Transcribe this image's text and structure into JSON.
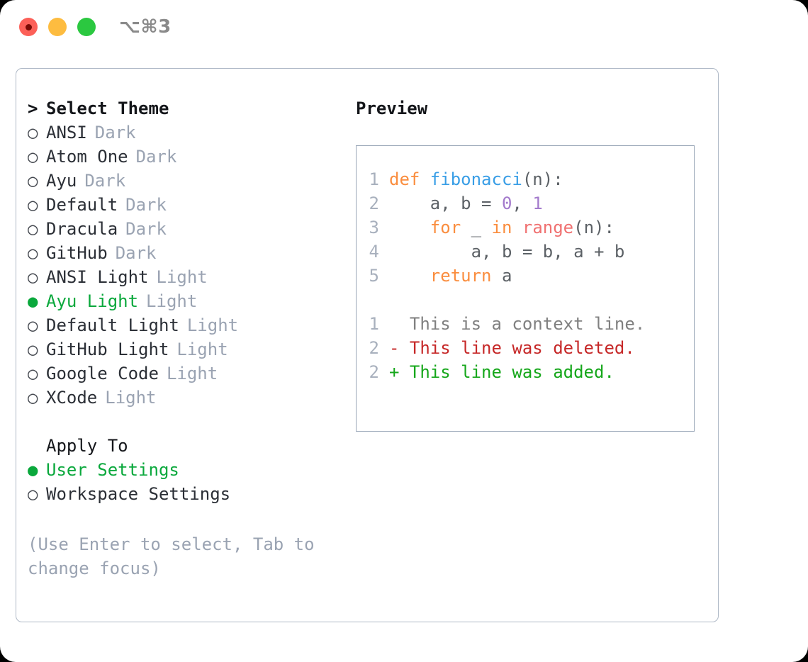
{
  "window": {
    "traffic_lights": [
      "close",
      "minimize",
      "maximize"
    ],
    "shortcut_label": "⌥⌘3"
  },
  "colors": {
    "accent_green": "#0aa83c",
    "muted": "#9aa3b2",
    "border": "#aeb8c6",
    "preview_border": "#9aa7b8",
    "keyword": "#fa8d3e",
    "function": "#399ee6",
    "number": "#a37acc",
    "call": "#f07171",
    "diff_add": "#16a71b",
    "diff_del": "#c62828",
    "diff_ctx": "#808080",
    "lineno": "#a8b0bd"
  },
  "theme_list": {
    "header_marker": ">",
    "header_label": "Select Theme",
    "marker_unselected": "○",
    "marker_selected": "●",
    "items": [
      {
        "label": "ANSI",
        "tag": "Dark",
        "selected": false
      },
      {
        "label": "Atom One",
        "tag": "Dark",
        "selected": false
      },
      {
        "label": "Ayu",
        "tag": "Dark",
        "selected": false
      },
      {
        "label": "Default",
        "tag": "Dark",
        "selected": false
      },
      {
        "label": "Dracula",
        "tag": "Dark",
        "selected": false
      },
      {
        "label": "GitHub",
        "tag": "Dark",
        "selected": false
      },
      {
        "label": "ANSI Light",
        "tag": "Light",
        "selected": false
      },
      {
        "label": "Ayu Light",
        "tag": "Light",
        "selected": true
      },
      {
        "label": "Default Light",
        "tag": "Light",
        "selected": false
      },
      {
        "label": "GitHub Light",
        "tag": "Light",
        "selected": false
      },
      {
        "label": "Google Code",
        "tag": "Light",
        "selected": false
      },
      {
        "label": "XCode",
        "tag": "Light",
        "selected": false
      }
    ]
  },
  "apply_to": {
    "header_label": "Apply To",
    "items": [
      {
        "label": "User Settings",
        "selected": true
      },
      {
        "label": "Workspace Settings",
        "selected": false
      }
    ]
  },
  "hint": "(Use Enter to select, Tab to change focus)",
  "preview": {
    "title": "Preview",
    "code_lines": [
      {
        "no": "1",
        "tokens": [
          {
            "t": "def ",
            "c": "kw"
          },
          {
            "t": "fibonacci",
            "c": "fn"
          },
          {
            "t": "(n):",
            "c": "pl"
          }
        ]
      },
      {
        "no": "2",
        "tokens": [
          {
            "t": "    a, b = ",
            "c": "pl"
          },
          {
            "t": "0",
            "c": "num"
          },
          {
            "t": ", ",
            "c": "pl"
          },
          {
            "t": "1",
            "c": "num"
          }
        ]
      },
      {
        "no": "3",
        "tokens": [
          {
            "t": "    ",
            "c": "pl"
          },
          {
            "t": "for",
            "c": "kw"
          },
          {
            "t": " _ ",
            "c": "pl"
          },
          {
            "t": "in",
            "c": "kw"
          },
          {
            "t": " ",
            "c": "pl"
          },
          {
            "t": "range",
            "c": "call"
          },
          {
            "t": "(n):",
            "c": "pl"
          }
        ]
      },
      {
        "no": "4",
        "tokens": [
          {
            "t": "        a, b = b, a + b",
            "c": "pl"
          }
        ]
      },
      {
        "no": "5",
        "tokens": [
          {
            "t": "    ",
            "c": "pl"
          },
          {
            "t": "return",
            "c": "kw"
          },
          {
            "t": " a",
            "c": "pl"
          }
        ]
      }
    ],
    "diff_lines": [
      {
        "no": "1",
        "sign": " ",
        "text": "This is a context line.",
        "kind": "ctx"
      },
      {
        "no": "2",
        "sign": "-",
        "text": "This line was deleted.",
        "kind": "del"
      },
      {
        "no": "2",
        "sign": "+",
        "text": "This line was added.",
        "kind": "add"
      }
    ]
  }
}
